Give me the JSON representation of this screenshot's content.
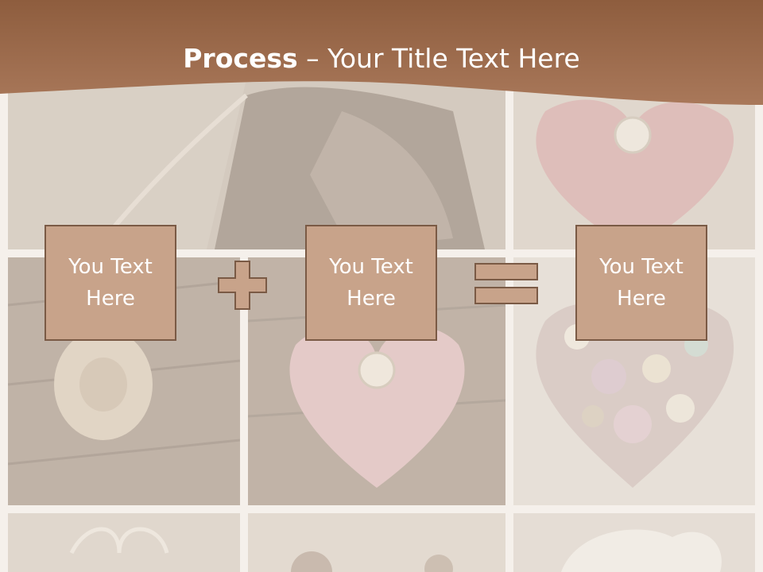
{
  "slide": {
    "title_bold": "Process",
    "title_rest": " – Your Title Text Here"
  },
  "steps": [
    {
      "text": "You Text Here"
    },
    {
      "text": "You Text Here"
    },
    {
      "text": "You Text Here"
    }
  ],
  "operators": {
    "first": "plus-icon",
    "second": "equals-icon"
  },
  "colors": {
    "header": "#9d6a48",
    "card_fill": "#c8a38a",
    "card_border": "#7a5a45",
    "operator_fill": "#c8a38a"
  }
}
